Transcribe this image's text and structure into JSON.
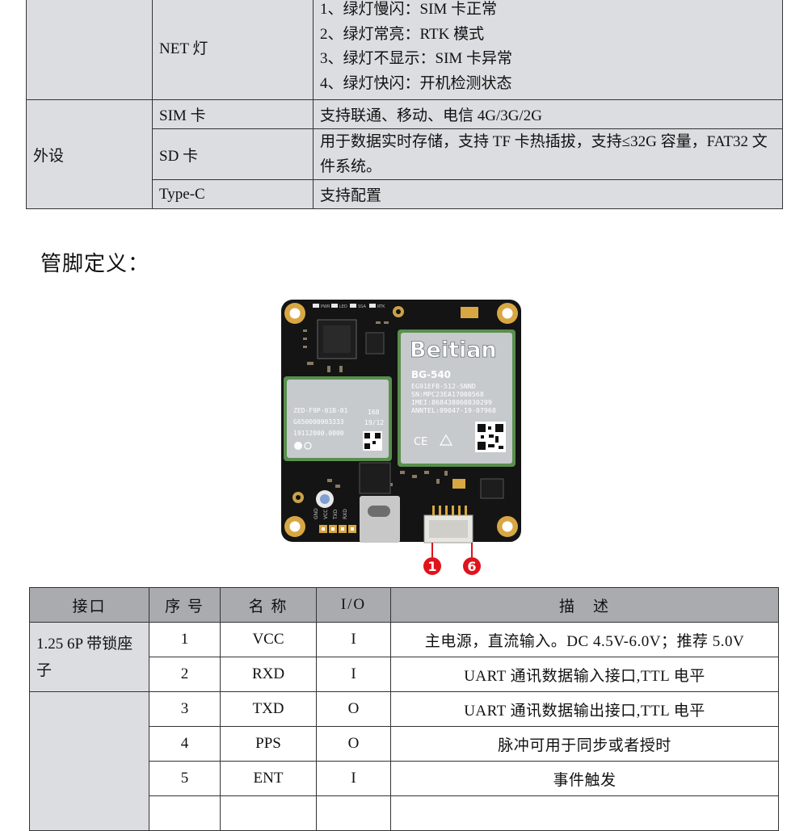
{
  "spec_table": {
    "net_label": "NET 灯",
    "net_lines": [
      "1、绿灯慢闪：SIM 卡正常",
      "2、绿灯常亮：RTK 模式",
      "3、绿灯不显示：SIM 卡异常",
      "4、绿灯快闪：开机检测状态"
    ],
    "peripherals_label": "外设",
    "peripherals": [
      {
        "name": "SIM 卡",
        "desc": "支持联通、移动、电信 4G/3G/2G"
      },
      {
        "name": "SD 卡",
        "desc": "用于数据实时存储，支持 TF 卡热插拔，支持≤32G 容量，FAT32 文件系统。"
      },
      {
        "name": "Type-C",
        "desc": "支持配置"
      }
    ]
  },
  "pin_heading": "管脚定义：",
  "board": {
    "brand": "Beitian",
    "model": "BG-540",
    "module_lines": [
      "EG91EFB-512-SNND",
      "SN:MPC23EA17000568",
      "IMEI:868438060830299",
      "ANNTEL:09047-19-07968"
    ],
    "zed_lines": [
      "ZED-F9P-01B-01",
      "G650000003333",
      "19112000.0000"
    ],
    "zed_side": [
      "168",
      "19/12"
    ],
    "cert": "CE",
    "led_labels": [
      "PWR",
      "LED",
      "SSA",
      "RTK"
    ],
    "pin_labels": [
      "GND",
      "VCC",
      "TXD",
      "RXD"
    ],
    "callout_1": "1",
    "callout_6": "6",
    "colors": {
      "pcb": "#141414",
      "pad": "#d8a743",
      "callout": "#e0131b",
      "module": "#c6cacd"
    }
  },
  "pin_table": {
    "headers": [
      "接口",
      "序 号",
      "名 称",
      "I/O",
      "描　述"
    ],
    "interface_1": "1.25 6P 带锁座子",
    "rows": [
      {
        "no": "1",
        "name": "VCC",
        "io": "I",
        "desc": "主电源，直流输入。DC 4.5V-6.0V；推荐 5.0V"
      },
      {
        "no": "2",
        "name": "RXD",
        "io": "I",
        "desc": "UART 通讯数据输入接口,TTL 电平"
      },
      {
        "no": "3",
        "name": "TXD",
        "io": "O",
        "desc": "UART 通讯数据输出接口,TTL 电平"
      },
      {
        "no": "4",
        "name": "PPS",
        "io": "O",
        "desc": "脉冲可用于同步或者授时"
      },
      {
        "no": "5",
        "name": "ENT",
        "io": "I",
        "desc": "事件触发"
      }
    ]
  }
}
